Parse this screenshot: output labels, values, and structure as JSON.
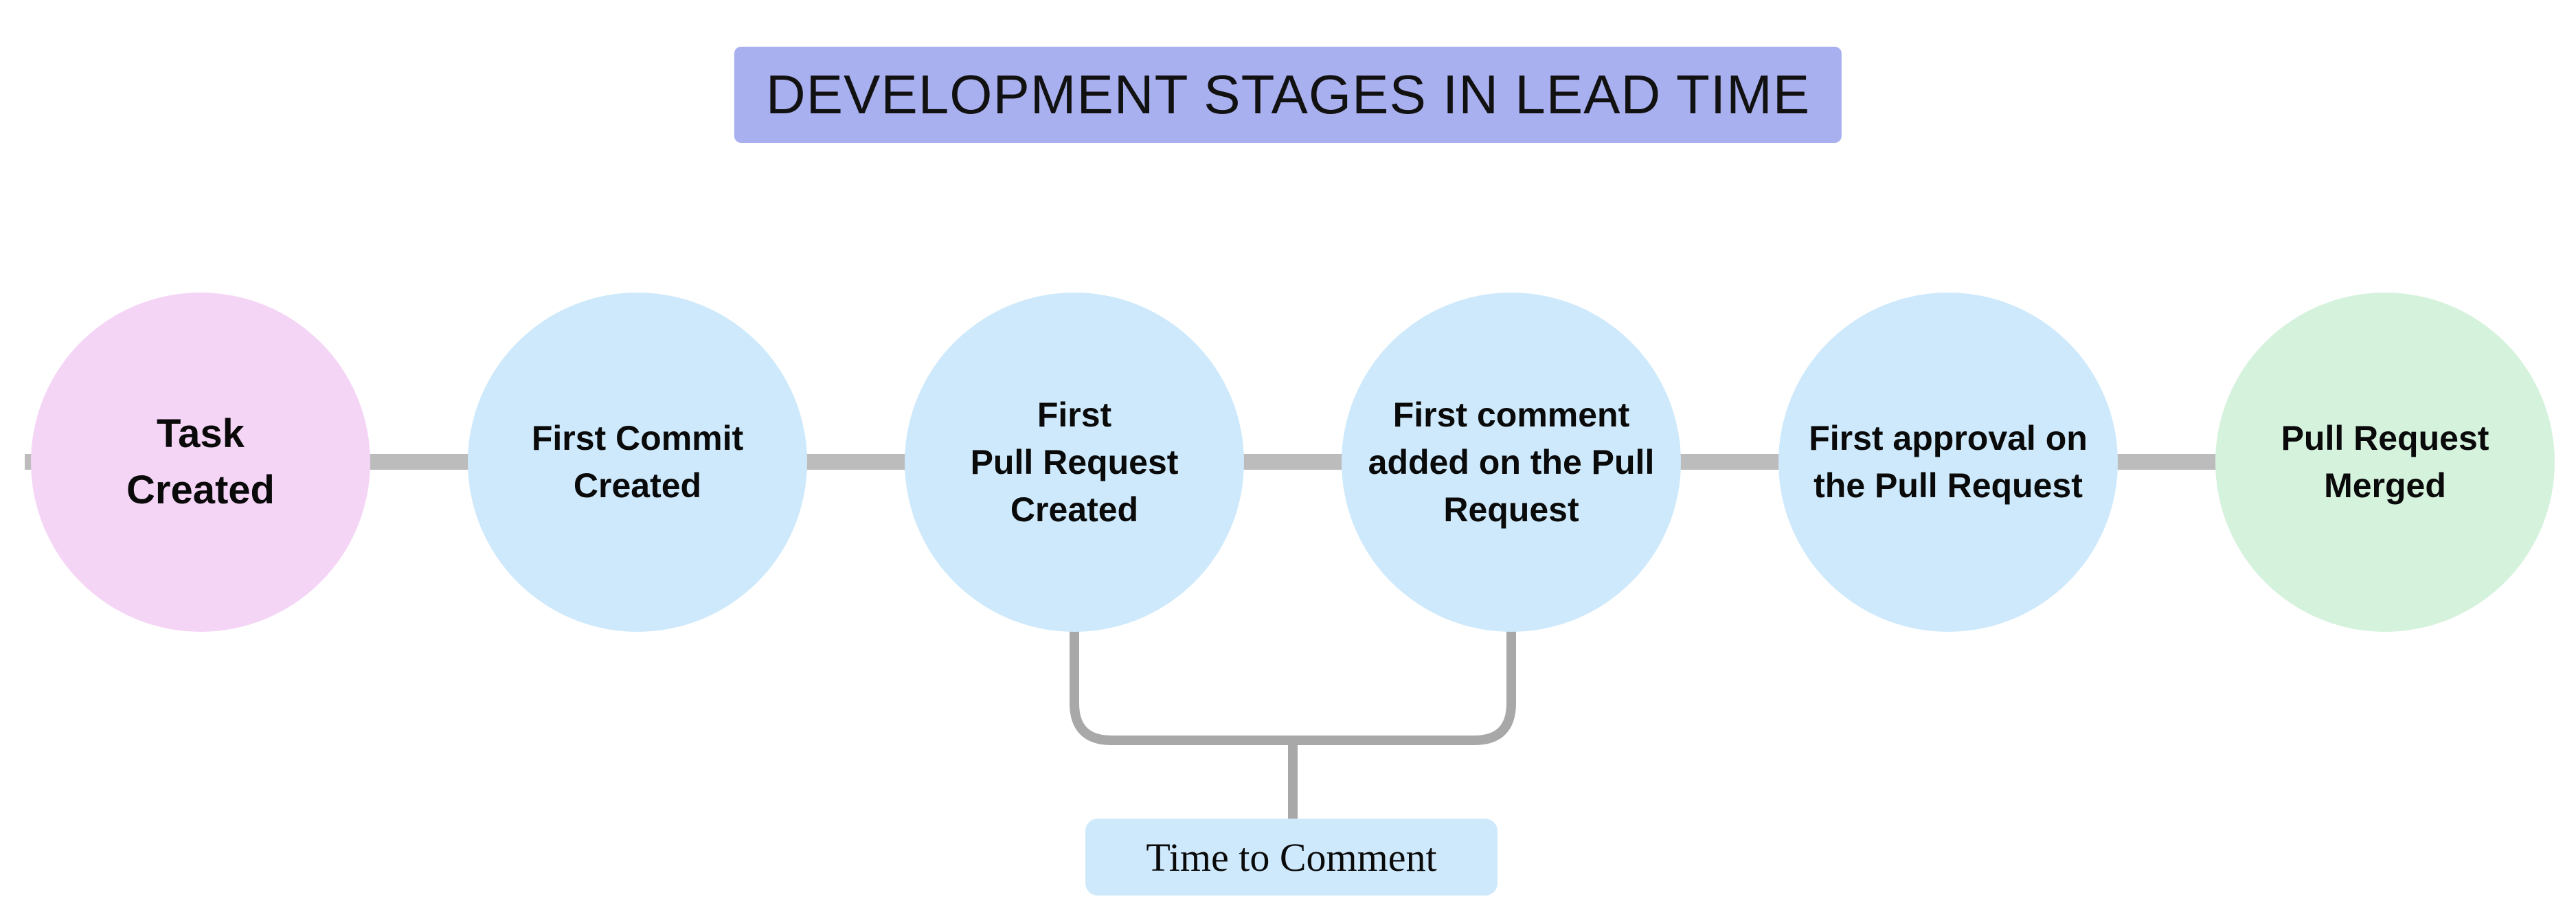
{
  "page": {
    "background": "#ffffff"
  },
  "title": {
    "text": "DEVELOPMENT STAGES IN LEAD TIME",
    "bg_color": "#a9b0f0",
    "text_color": "#111111"
  },
  "stages": [
    {
      "name": "task-created",
      "label": "Task Created",
      "lines": [
        "Task",
        "Created"
      ],
      "color": "#f5d5f6"
    },
    {
      "name": "first-commit-created",
      "label": "First Commit Created",
      "lines": [
        "First Commit",
        "Created"
      ],
      "color": "#cde9fb"
    },
    {
      "name": "first-pull-request-created",
      "label": "First Pull Request Created",
      "lines": [
        "First",
        "Pull Request",
        "Created"
      ],
      "color": "#cde9fb"
    },
    {
      "name": "first-comment-added",
      "label": "First comment added on the Pull Request",
      "lines": [
        "First comment",
        "added on the Pull",
        "Request"
      ],
      "color": "#cde9fb"
    },
    {
      "name": "first-approval",
      "label": "First approval on the Pull Request",
      "lines": [
        "First approval on",
        "the Pull Request"
      ],
      "color": "#cde9fb"
    },
    {
      "name": "pull-request-merged",
      "label": "Pull Request Merged",
      "lines": [
        "Pull Request",
        "Merged"
      ],
      "color": "#d5f2dd"
    }
  ],
  "connector": {
    "color": "#bcbcbc"
  },
  "bracket": {
    "color": "#a8a8a8",
    "label": "Time to Comment",
    "label_bg": "#cfe9fc",
    "from_stage": "first-pull-request-created",
    "to_stage": "first-comment-added"
  }
}
